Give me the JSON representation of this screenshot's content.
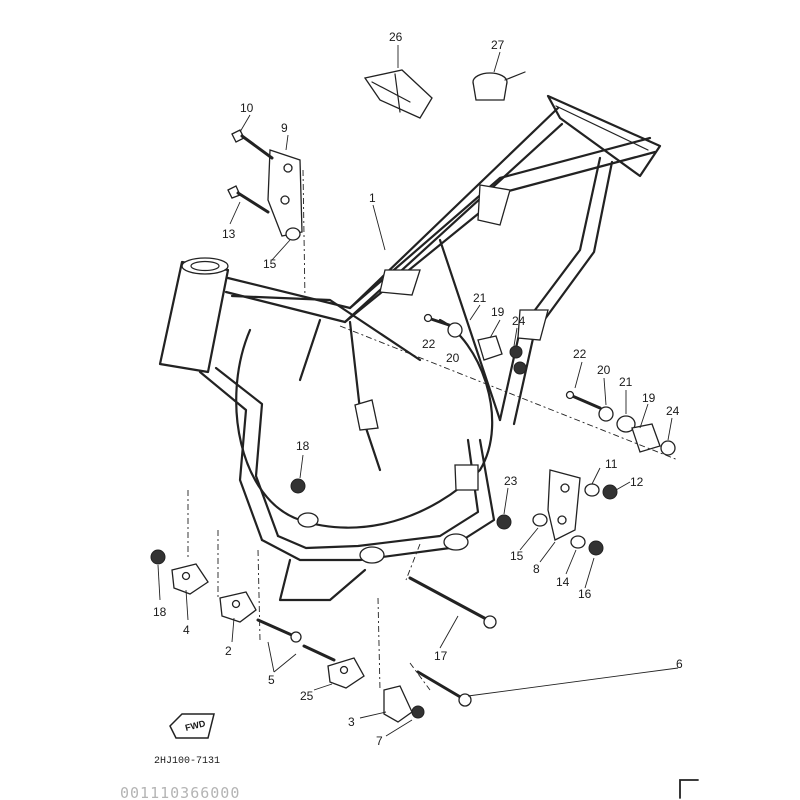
{
  "diagram": {
    "callouts": [
      {
        "key": "c1",
        "label": "1"
      },
      {
        "key": "c2",
        "label": "2"
      },
      {
        "key": "c3",
        "label": "3"
      },
      {
        "key": "c4",
        "label": "4"
      },
      {
        "key": "c5",
        "label": "5"
      },
      {
        "key": "c6",
        "label": "6"
      },
      {
        "key": "c7",
        "label": "7"
      },
      {
        "key": "c8",
        "label": "8"
      },
      {
        "key": "c9",
        "label": "9"
      },
      {
        "key": "c10",
        "label": "10"
      },
      {
        "key": "c11",
        "label": "11"
      },
      {
        "key": "c12",
        "label": "12"
      },
      {
        "key": "c13",
        "label": "13"
      },
      {
        "key": "c14",
        "label": "14"
      },
      {
        "key": "c15a",
        "label": "15"
      },
      {
        "key": "c15b",
        "label": "15"
      },
      {
        "key": "c16",
        "label": "16"
      },
      {
        "key": "c17",
        "label": "17"
      },
      {
        "key": "c18a",
        "label": "18"
      },
      {
        "key": "c18b",
        "label": "18"
      },
      {
        "key": "c19a",
        "label": "19"
      },
      {
        "key": "c19b",
        "label": "19"
      },
      {
        "key": "c20a",
        "label": "20"
      },
      {
        "key": "c20b",
        "label": "20"
      },
      {
        "key": "c21a",
        "label": "21"
      },
      {
        "key": "c21b",
        "label": "21"
      },
      {
        "key": "c22a",
        "label": "22"
      },
      {
        "key": "c22b",
        "label": "22"
      },
      {
        "key": "c23",
        "label": "23"
      },
      {
        "key": "c24a",
        "label": "24"
      },
      {
        "key": "c24b",
        "label": "24"
      },
      {
        "key": "c25",
        "label": "25"
      },
      {
        "key": "c26",
        "label": "26"
      },
      {
        "key": "c27",
        "label": "27"
      }
    ],
    "fwd_arrow_label": "FWD",
    "drawing_code": "2HJ100-7131",
    "scan_footer": "001110366000"
  }
}
